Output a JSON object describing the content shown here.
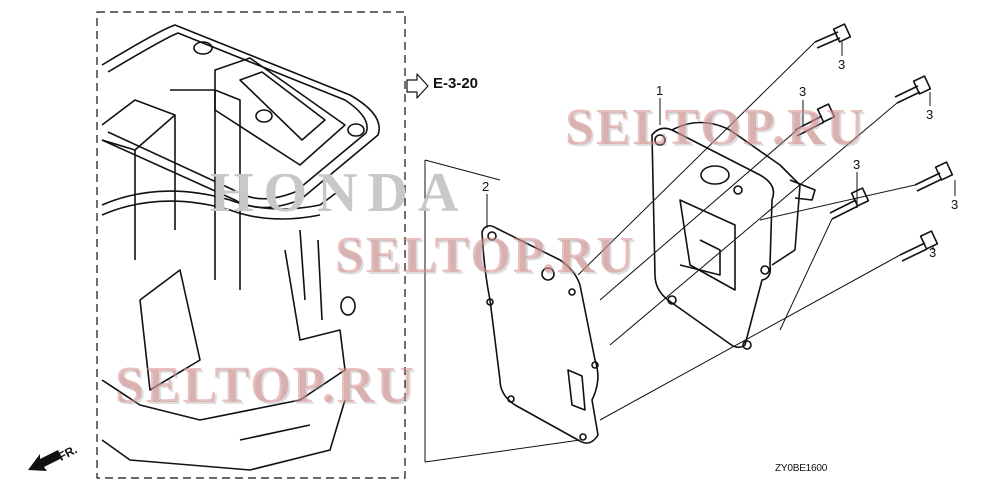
{
  "diagram": {
    "reference": "E-3-20",
    "drawing_code": "ZY0BE1600",
    "front_marker": "FR.",
    "callouts": {
      "part1": "1",
      "part2": "2",
      "bolt_a": "3",
      "bolt_b": "3",
      "bolt_c": "3",
      "bolt_d": "3",
      "bolt_e": "3",
      "bolt_f": "3"
    },
    "watermarks": [
      "SELTOP.RU",
      "SELTOP.RU",
      "SELTOP.RU",
      "HONDA"
    ]
  }
}
